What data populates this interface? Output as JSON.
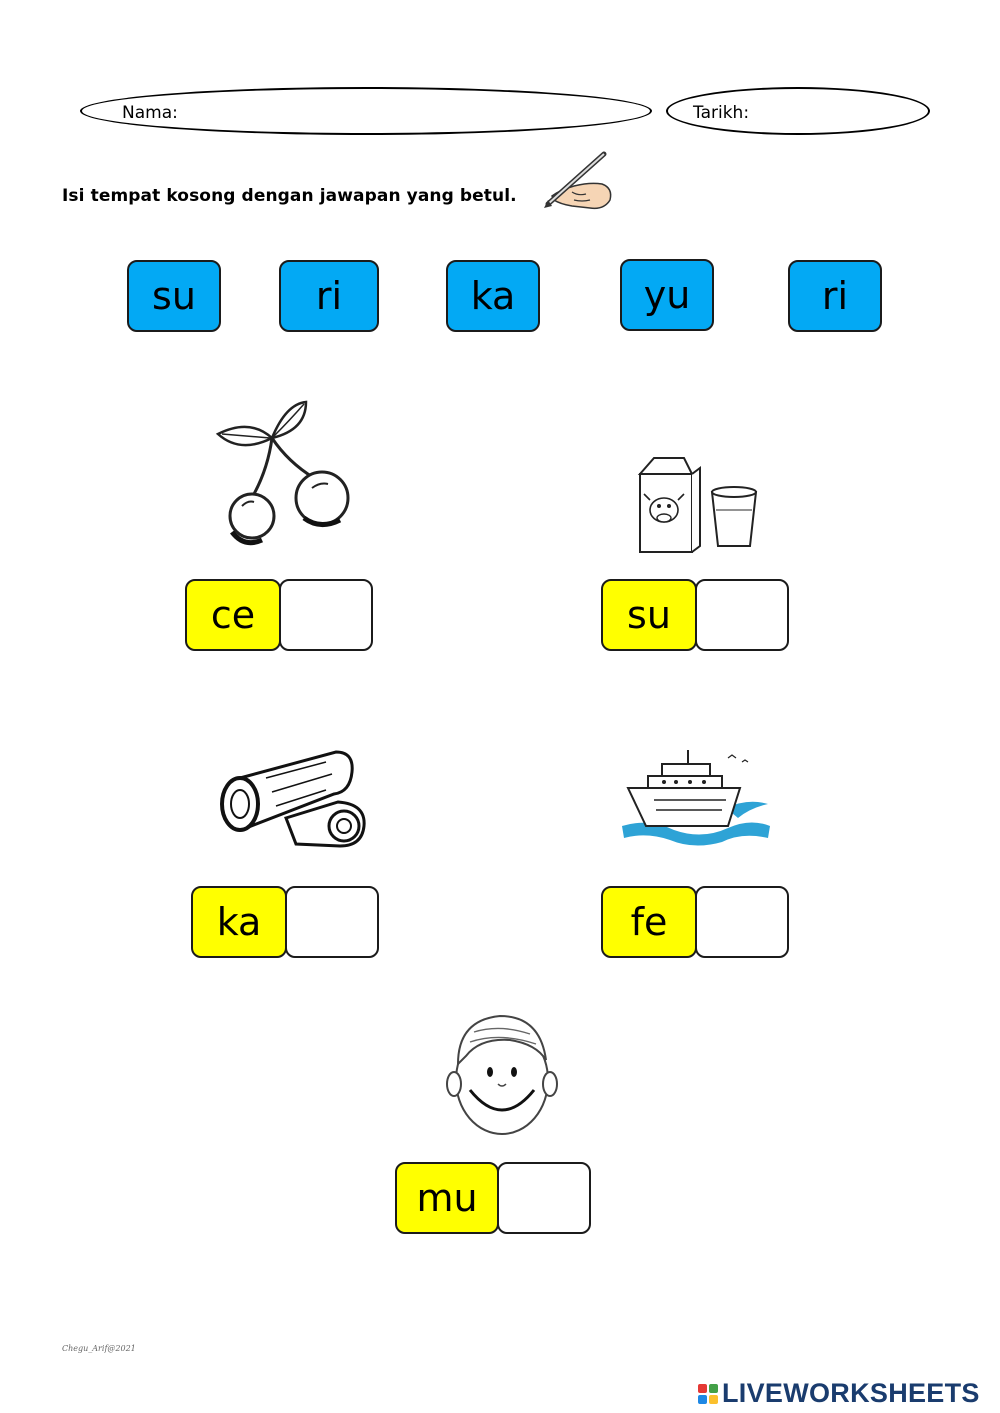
{
  "form": {
    "name_label": "Nama:",
    "name_value": "",
    "date_label": "Tarikh:",
    "date_value": ""
  },
  "instruction": "Isi tempat kosong dengan jawapan yang betul.",
  "word_bank": [
    "su",
    "ri",
    "ka",
    "yu",
    "ri"
  ],
  "items": [
    {
      "prefix": "ce",
      "answer": "",
      "picture": "cherry-icon"
    },
    {
      "prefix": "su",
      "answer": "",
      "picture": "milk-icon"
    },
    {
      "prefix": "ka",
      "answer": "",
      "picture": "log-icon"
    },
    {
      "prefix": "fe",
      "answer": "",
      "picture": "ferry-icon"
    },
    {
      "prefix": "mu",
      "answer": "",
      "picture": "face-icon"
    }
  ],
  "credit": "Chegu_Arif@2021",
  "brand": "LIVEWORKSHEETS",
  "colors": {
    "word_tile": "#03a9f4",
    "prefix_tile": "#ffff00",
    "answer_tile": "#ffffff",
    "brand": "#1a3c6e"
  }
}
